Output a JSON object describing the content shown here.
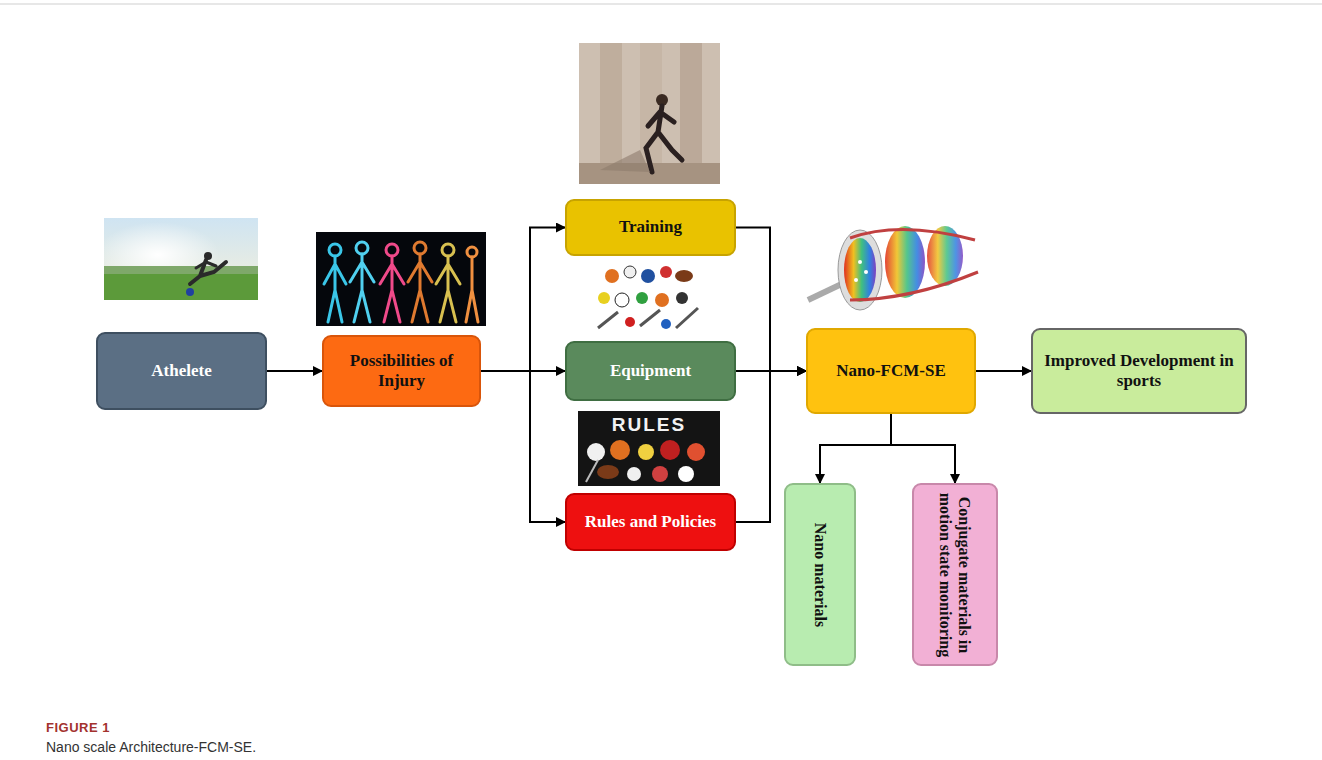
{
  "diagram": {
    "caption": "Nano scale Architecture-FCM-SE.",
    "nodes": [
      {
        "text": [
          "Athelete"
        ]
      },
      {
        "text": [
          "Possibilities of Injury"
        ]
      },
      {
        "text": [
          "Training"
        ]
      },
      {
        "text": [
          "Equipment"
        ]
      },
      {
        "text": [
          "Rules and Policies"
        ]
      },
      {
        "text": [
          "Nano-FCM-SE"
        ]
      },
      {
        "text": [
          "Improved Development in sports"
        ]
      },
      {
        "text": [
          "Nano materials"
        ]
      },
      {
        "text": [
          "Conjugate materials in motion state monitoring"
        ]
      }
    ],
    "edges": [
      {
        "from": 0,
        "to": 1,
        "arrow": "to"
      },
      {
        "from": 1,
        "to": 2,
        "arrow": "to"
      },
      {
        "from": 1,
        "to": 3,
        "arrow": "to"
      },
      {
        "from": 1,
        "to": 4,
        "arrow": "to"
      },
      {
        "from": 2,
        "to": 5,
        "arrow": "to"
      },
      {
        "from": 3,
        "to": 5,
        "arrow": "to"
      },
      {
        "from": 4,
        "to": 5,
        "arrow": "to"
      },
      {
        "from": 5,
        "to": 6,
        "arrow": "to"
      },
      {
        "from": 5,
        "to": 7,
        "arrow": "to"
      },
      {
        "from": 5,
        "to": 8,
        "arrow": "to"
      }
    ],
    "labels": [
      "RULES",
      "FIGURE 1"
    ]
  }
}
